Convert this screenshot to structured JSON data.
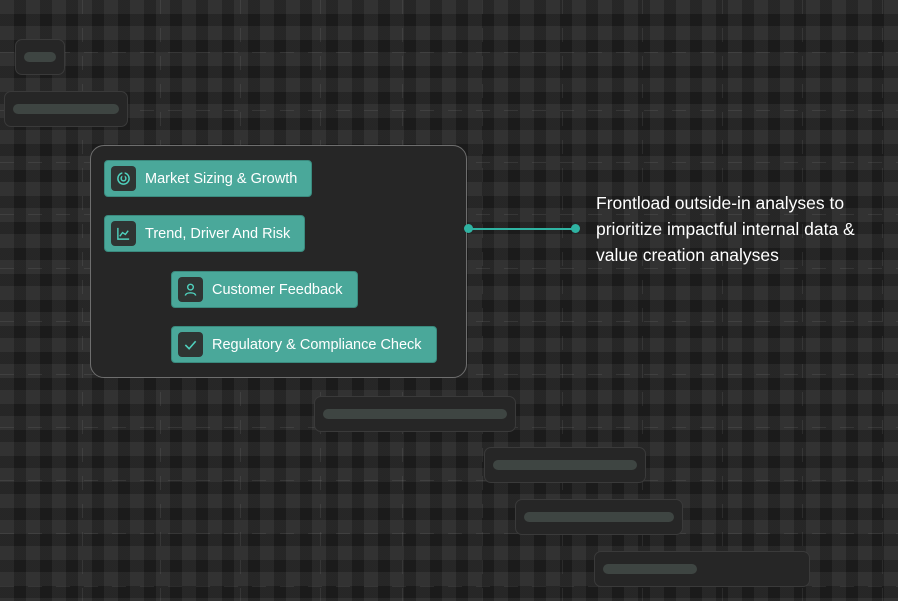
{
  "diagram": {
    "chips": [
      {
        "label": "Market Sizing & Growth",
        "icon": "target-icon"
      },
      {
        "label": "Trend, Driver And Risk",
        "icon": "line-chart-icon"
      },
      {
        "label": "Customer Feedback",
        "icon": "user-icon"
      },
      {
        "label": "Regulatory & Compliance Check",
        "icon": "check-icon"
      }
    ],
    "caption": "Frontload outside-in analyses to prioritize impactful internal data & value creation analyses",
    "colors": {
      "background": "#1b1b1b",
      "chip": "#4aa89a",
      "connector": "#2fb3a2"
    }
  }
}
